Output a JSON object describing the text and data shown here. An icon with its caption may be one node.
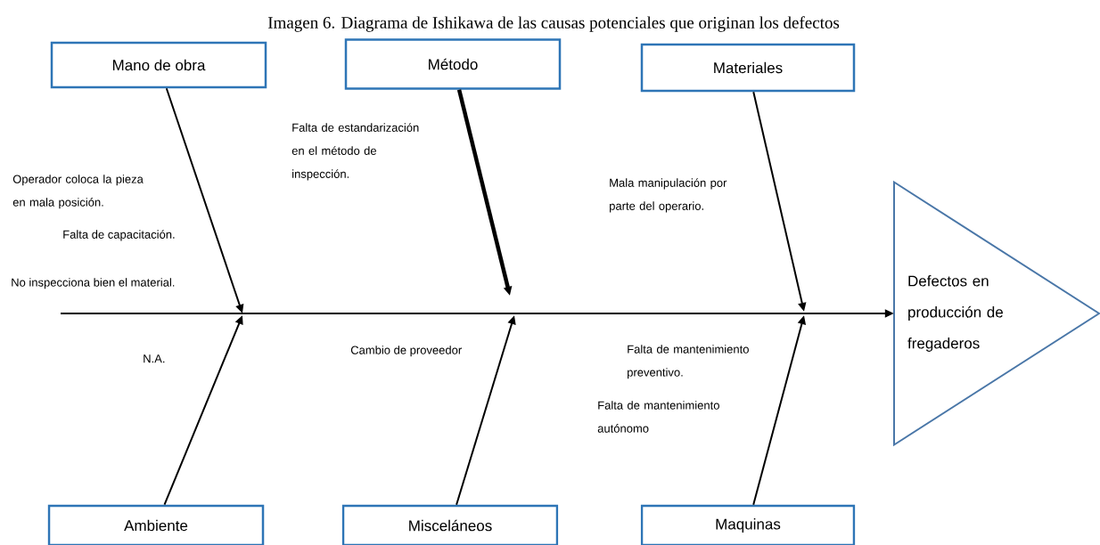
{
  "diagram": {
    "title": "Imagen 6. Diagrama de Ishikawa de las causas potenciales que originan los defectos",
    "nodes": [
      {
        "text": [
          "Mano de obra"
        ]
      },
      {
        "text": [
          "Método"
        ]
      },
      {
        "text": [
          "Materiales"
        ]
      },
      {
        "text": [
          "Defectos en producción de fregaderos"
        ]
      },
      {
        "text": [
          "Ambiente"
        ]
      },
      {
        "text": [
          "Misceláneos"
        ]
      },
      {
        "text": [
          "Maquinas"
        ]
      }
    ],
    "edges": [
      {
        "from": null,
        "to": 3,
        "arrow": "to"
      },
      {
        "from": 0,
        "to": null,
        "arrow": "to"
      },
      {
        "from": 1,
        "to": null,
        "arrow": "to",
        "style": "thick"
      },
      {
        "from": 2,
        "to": null,
        "arrow": "to"
      },
      {
        "from": 4,
        "to": null,
        "arrow": "to"
      },
      {
        "from": 5,
        "to": null,
        "arrow": "to"
      },
      {
        "from": 6,
        "to": null,
        "arrow": "to"
      }
    ],
    "labels": [
      "Falta de estandarización en el método de inspección.",
      "Operador coloca la pieza en mala posición.",
      "Mala manipulación por parte del operario.",
      "Falta de capacitación.",
      "No inspecciona bien el material.",
      "Cambio de proveedor",
      "Falta de mantenimiento preventivo.",
      "N.A.",
      "Falta de mantenimiento autónomo"
    ]
  }
}
